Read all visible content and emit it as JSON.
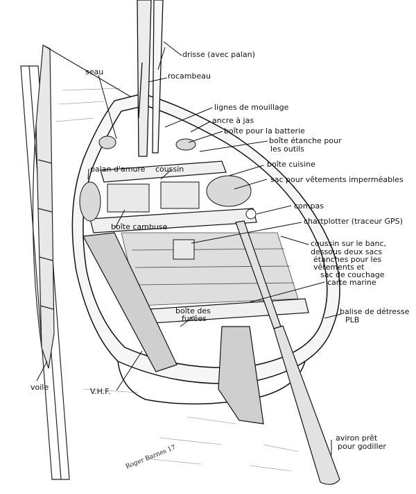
{
  "diagram": {
    "labels": {
      "drisse": "drisse (avec palan)",
      "seau": "seau",
      "rocambeau": "rocambeau",
      "lignes": "lignes de mouillage",
      "ancre": "ancre à jas",
      "batterie": "boîte pour la batterie",
      "outils_1": "boîte étanche pour",
      "outils_2": "les outils",
      "palan": "palan d'amure",
      "coussin": "coussin",
      "cuisine": "boîte cuisine",
      "sac": "sac pour vêtements imperméables",
      "compas": "compas",
      "cambuse": "boîte cambuse",
      "chartplotter": "chartplotter (traceur GPS)",
      "coussin_banc_1": "coussin sur le banc,",
      "coussin_banc_2": "dessous deux sacs",
      "coussin_banc_3": "étanches pour les",
      "coussin_banc_4": "vêtements et",
      "coussin_banc_5": "sac de couchage",
      "carte": "carte marine",
      "fusees_1": "boîte des",
      "fusees_2": "fusées",
      "balise_1": "balise de détresse",
      "balise_2": "PLB",
      "voile": "voile",
      "vhf": "V.H.F.",
      "aviron_1": "aviron prêt",
      "aviron_2": "pour godiller"
    },
    "signature": "Roger Barnes 17"
  }
}
